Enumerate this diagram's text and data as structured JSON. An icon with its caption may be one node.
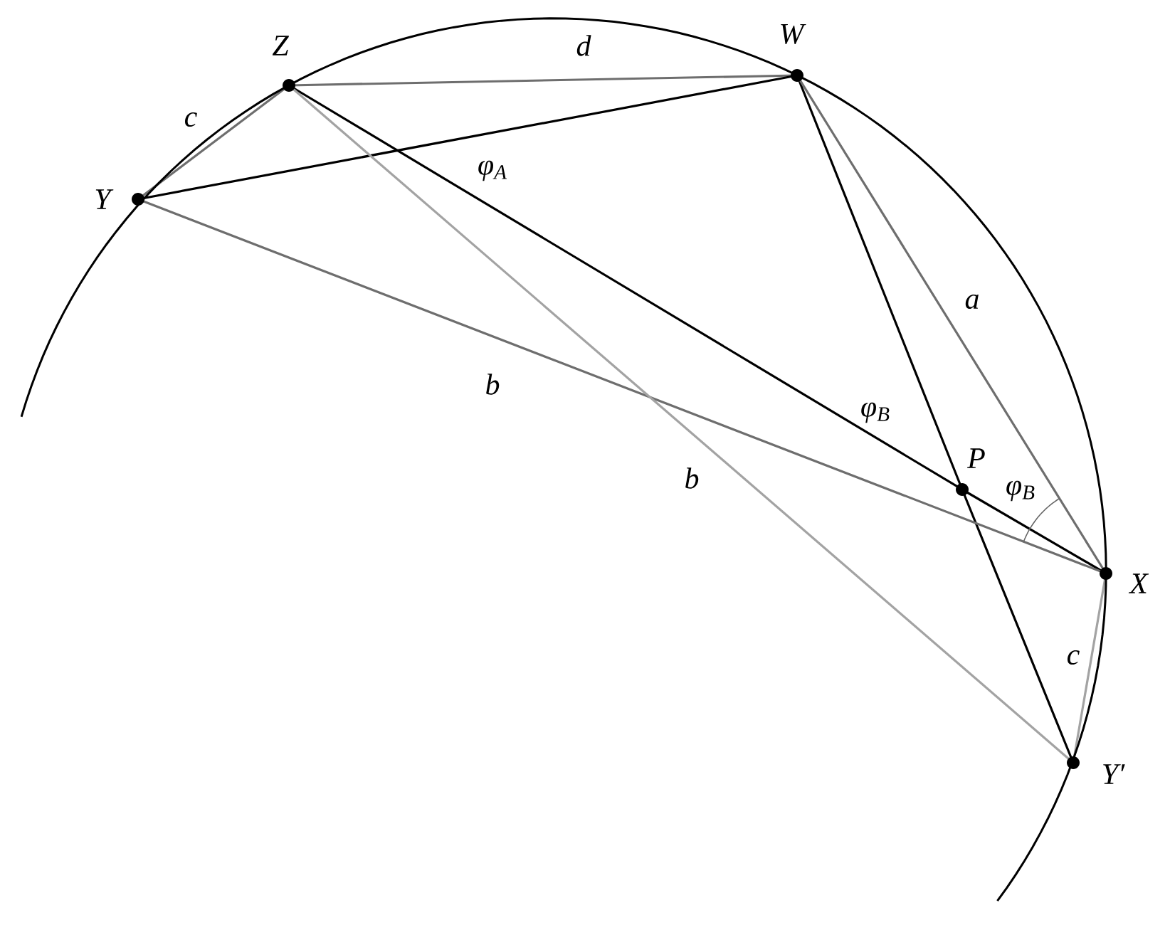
{
  "diagram": {
    "nodes": [
      {
        "text": [
          "Z"
        ]
      },
      {
        "text": [
          "W"
        ]
      },
      {
        "text": [
          "Y"
        ]
      },
      {
        "text": [
          "P"
        ]
      },
      {
        "text": [
          "X"
        ]
      },
      {
        "text": [
          "Y′"
        ]
      }
    ],
    "edges": [
      {
        "from": 2,
        "to": 0,
        "arrow": "none",
        "label": "c",
        "color": "#6e6e6e"
      },
      {
        "from": 0,
        "to": 1,
        "arrow": "none",
        "label": "d",
        "color": "#6e6e6e"
      },
      {
        "from": 2,
        "to": 1,
        "arrow": "none"
      },
      {
        "from": 0,
        "to": 3,
        "arrow": "none"
      },
      {
        "from": 3,
        "to": 4,
        "arrow": "none"
      },
      {
        "from": 1,
        "to": 3,
        "arrow": "none"
      },
      {
        "from": 3,
        "to": 5,
        "arrow": "none"
      },
      {
        "from": 1,
        "to": 4,
        "arrow": "none",
        "label": "a",
        "color": "#6e6e6e"
      },
      {
        "from": 2,
        "to": 4,
        "arrow": "none",
        "label": "b",
        "color": "#6e6e6e"
      },
      {
        "from": 0,
        "to": 5,
        "arrow": "none",
        "label": "b",
        "color": "#a3a3a3"
      },
      {
        "from": 4,
        "to": 5,
        "arrow": "none",
        "label": "c",
        "color": "#a3a3a3"
      }
    ],
    "labels": [
      "φ$_{A}$",
      "φ$_{B}$",
      "φ$_{B}$"
    ]
  }
}
